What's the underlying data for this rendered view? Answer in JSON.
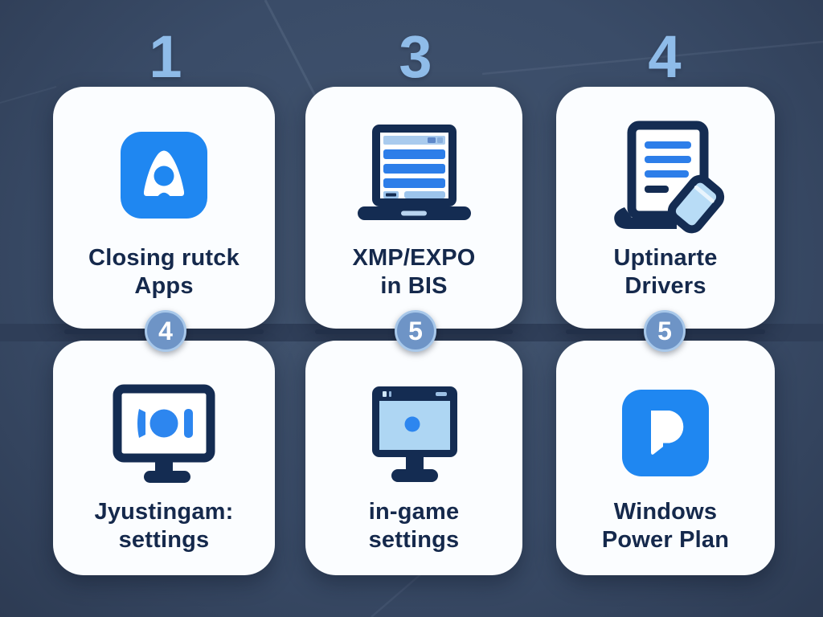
{
  "steps": [
    {
      "number": "1",
      "icon": "app-rocket-icon",
      "label_lines": [
        "Closing rutck",
        "Apps"
      ]
    },
    {
      "number": "3",
      "icon": "bios-laptop-icon",
      "label_lines": [
        "XMP/EXPO",
        "in BIS"
      ]
    },
    {
      "number": "4",
      "icon": "update-drivers-icon",
      "label_lines": [
        "Uptinarte",
        "Drivers"
      ]
    },
    {
      "number": "4",
      "icon": "display-settings-icon",
      "label_lines": [
        "Jyustingam:",
        "settings"
      ]
    },
    {
      "number": "5",
      "icon": "ingame-settings-icon",
      "label_lines": [
        "in-game",
        "settings"
      ]
    },
    {
      "number": "5",
      "icon": "power-plan-icon",
      "label_lines": [
        "Windows",
        "Power Plan"
      ]
    }
  ],
  "colors": {
    "background": "#3a4c68",
    "background_edge": "#2d3b53",
    "card": "#fbfdff",
    "step_number": "#8fbce9",
    "badge_fill": "#6e94c6",
    "badge_ring": "#a8c8ea",
    "badge_text": "#ffffff",
    "label_text": "#15294c",
    "icon_primary_blue": "#1f87f1",
    "icon_bar_blue": "#2d7ee9",
    "icon_light_blue": "#a9cbee",
    "icon_navy": "#142c52"
  }
}
